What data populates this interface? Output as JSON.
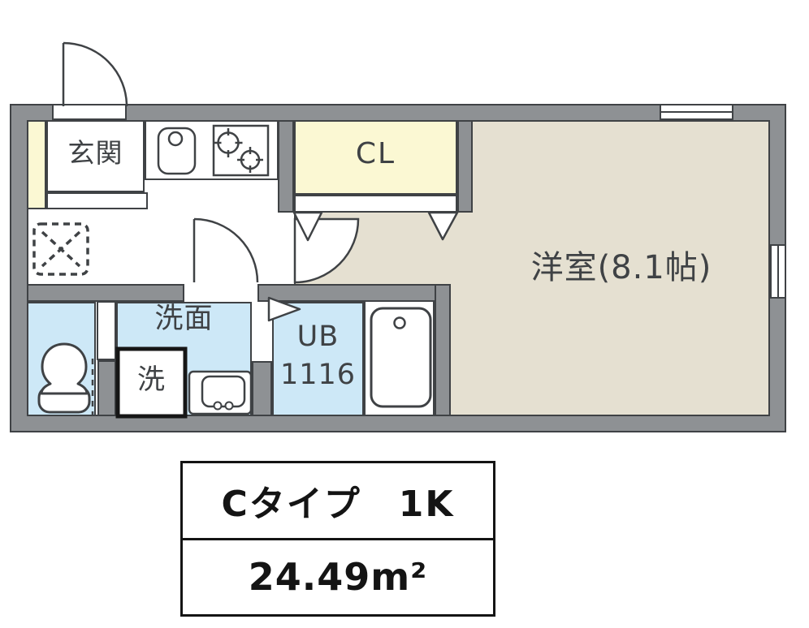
{
  "floor_plan": {
    "rooms": {
      "entrance": {
        "label": "玄関"
      },
      "closet": {
        "label": "CL"
      },
      "living_room": {
        "label": "洋室(8.1帖)"
      },
      "washroom": {
        "label": "洗面"
      },
      "washer_space": {
        "label": "洗"
      },
      "unit_bath": {
        "label_line1": "UB",
        "label_line2": "1116"
      }
    },
    "colors": {
      "wall": "#8e9194",
      "outline": "#3f4245",
      "room_floor": "#e5e0d1",
      "closet_fill": "#fbf8d3",
      "wet_area_fill": "#cde8f7",
      "floor_white": "#ffffff"
    },
    "icons": [
      "entrance-swing-door",
      "room-swing-door",
      "washroom-swing-door",
      "closet-fold-door-markers",
      "bath-door-marker",
      "toilet-sliding-door",
      "kitchen-sink",
      "two-burner-stove",
      "refrigerator-space",
      "toilet",
      "washbasin",
      "washing-machine-space",
      "bathtub",
      "window-top",
      "window-right"
    ]
  },
  "info_box": {
    "type_label": "Cタイプ　1K",
    "area_label": "24.49m²"
  }
}
